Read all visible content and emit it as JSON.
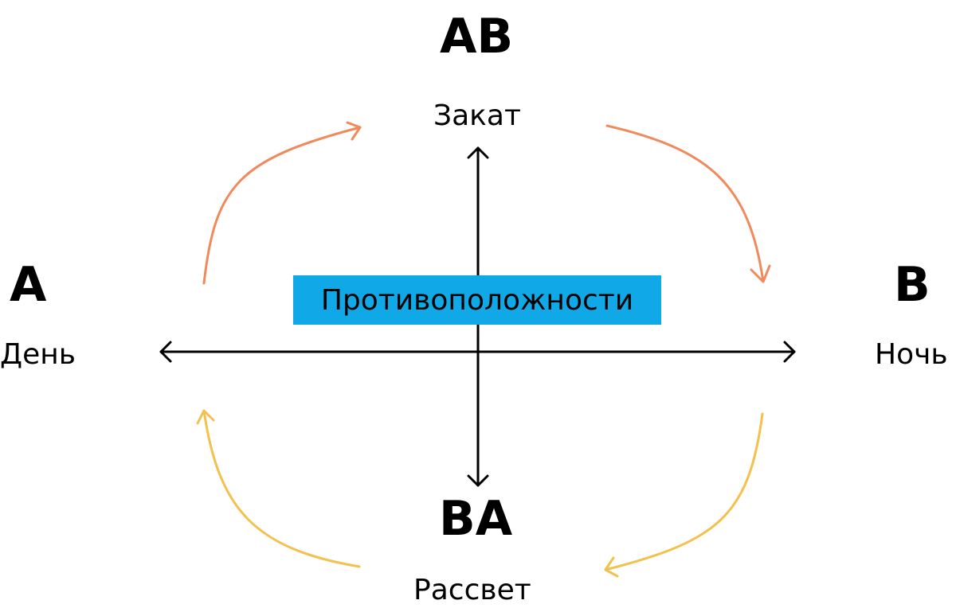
{
  "center_label": "Противоположности",
  "nodes": {
    "top": {
      "letter": "AB",
      "label": "Закат"
    },
    "left": {
      "letter": "A",
      "label": "День"
    },
    "right": {
      "letter": "B",
      "label": "Ночь"
    },
    "bottom": {
      "letter": "BA",
      "label": "Рассвет"
    }
  },
  "colors": {
    "axis": "#000000",
    "upper_arrows": "#f08a5d",
    "lower_arrows": "#f2c14e",
    "center_box": "#10a8e6"
  }
}
